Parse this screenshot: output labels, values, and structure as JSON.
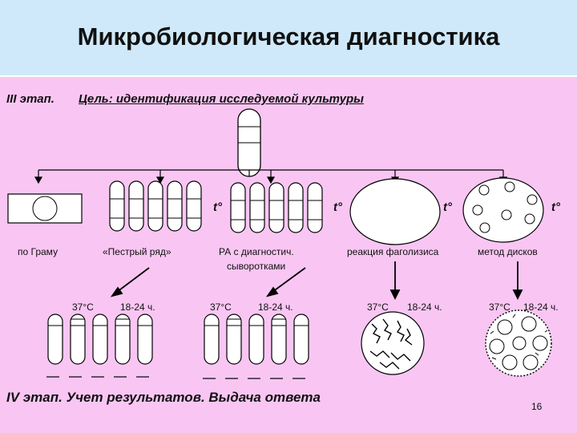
{
  "title": "Микробиологическая диагностика",
  "stage3": {
    "label": "III этап.",
    "goal": "Цель: идентификация исследуемой культуры"
  },
  "methods": {
    "gram": "по Граму",
    "pestry_ryad": "«Пестрый ряд»",
    "ra_line1": "РА с диагностич.",
    "ra_line2": "сыворотками",
    "phagolysis": "реакция фаголизиса",
    "discs": "метод дисков"
  },
  "temperature_symbol": "t°",
  "incubation": {
    "temp": "37°C",
    "time": "18-24 ч."
  },
  "stage4": "IV этап. Учет результатов. Выдача ответа",
  "page_number": "16",
  "colors": {
    "title_band": "#cfe9fa",
    "panel": "#f9c6f3",
    "line": "#000000",
    "tube_fill": "#ffffff"
  }
}
